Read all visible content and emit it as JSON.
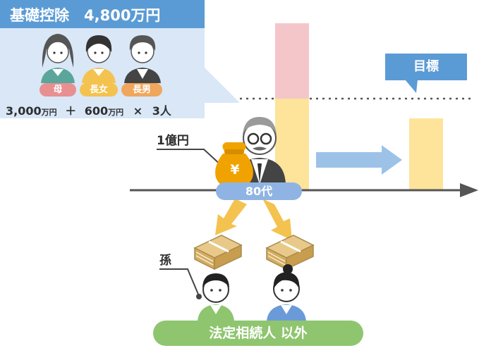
{
  "deduction": {
    "title": "基礎控除　4,800万円",
    "people": [
      {
        "label": "母",
        "color": "#e88f92"
      },
      {
        "label": "長女",
        "color": "#f4c24e"
      },
      {
        "label": "長男",
        "color": "#f0a65c"
      }
    ],
    "formula": {
      "base_amount": "3,000",
      "per_heir_amount": "600",
      "unit": "万円",
      "plus": "＋",
      "times": "×",
      "heir_count": "3人"
    }
  },
  "goal_label": "目標",
  "assets_label": "1億円",
  "yen_symbol": "¥",
  "age_label": "80代",
  "grandchild_label": "孫",
  "heir_banner": "法定相続人 以外",
  "colors": {
    "accent_blue": "#5b9bd5",
    "light_blue": "#8fb4e3",
    "pink_bar": "#f4c6c9",
    "yellow_bar": "#fde49a",
    "gold": "#f0a300",
    "green": "#8fc56f"
  }
}
